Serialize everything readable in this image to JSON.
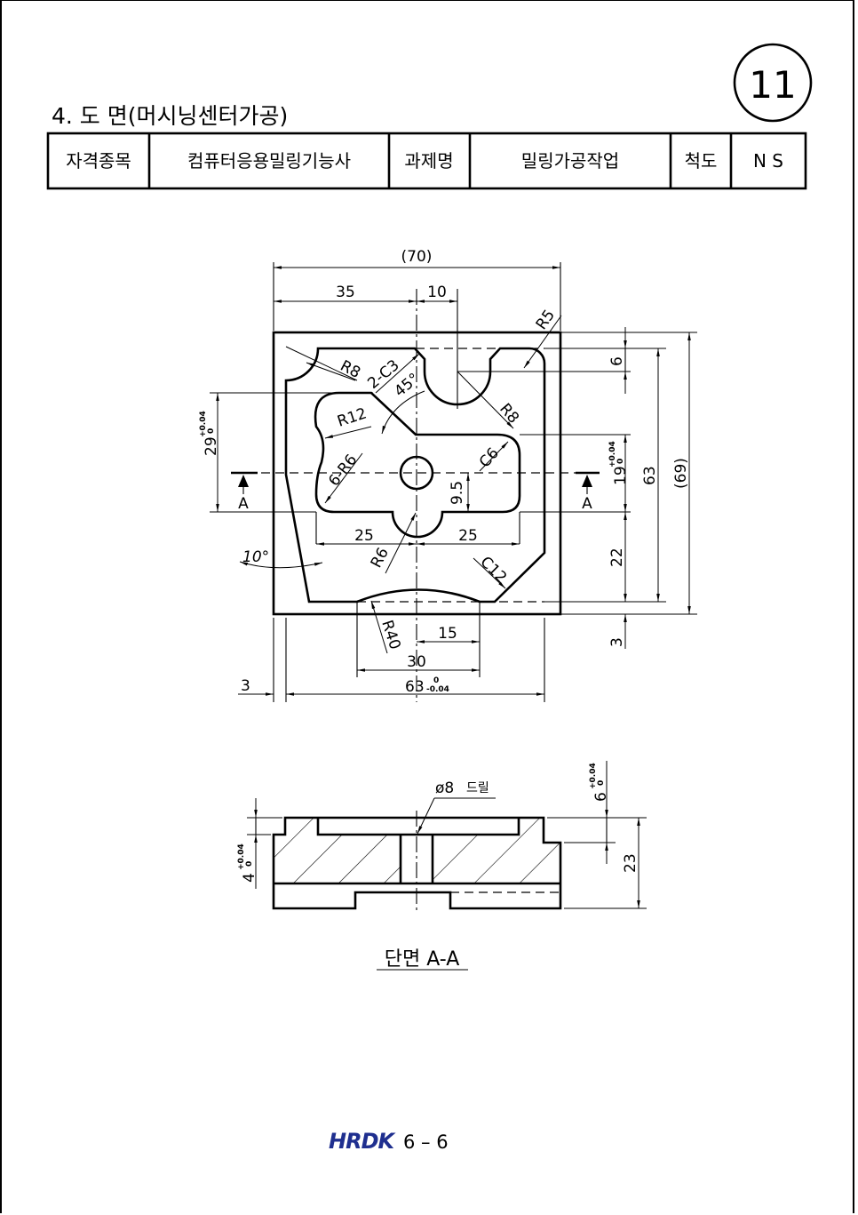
{
  "header": {
    "title": "4. 도 면(머시닝센터가공)",
    "page_badge": "11"
  },
  "info_table": {
    "cells": [
      "자격종목",
      "컴퓨터응용밀링기능사",
      "과제명",
      "밀링가공작업",
      "척도",
      "N S"
    ]
  },
  "top_view": {
    "dims": {
      "overall_width": "(70)",
      "d35": "35",
      "d10": "10",
      "r5": "R5",
      "r8_left": "R8",
      "c3": "2-C3",
      "angle45": "45°",
      "r8_right": "R8",
      "r12": "R12",
      "d29": "29",
      "d29_tol_upper": "+0.04",
      "d29_tol_lower": "0",
      "r6_multi": "6-R6",
      "c6": "C6",
      "d9_5": "9.5",
      "d25_left": "25",
      "d25_right": "25",
      "angle10": "10°",
      "r6": "R6",
      "c12": "C12",
      "r40": "R40",
      "d15": "15",
      "d30": "30",
      "d3_bottom": "3",
      "d63": "63",
      "d63_tol_upper": "0",
      "d63_tol_lower": "-0.04",
      "d6_right": "6",
      "d19": "19",
      "d19_tol_upper": "+0.04",
      "d19_tol_lower": "0",
      "d63_right": "63",
      "d69": "(69)",
      "d22": "22",
      "d3_right": "3"
    },
    "section_marks": [
      "A",
      "A"
    ]
  },
  "section_view": {
    "drill_note": "ø8",
    "drill_label": "드릴",
    "d6": "6",
    "d6_tol_upper": "+0.04",
    "d6_tol_lower": "0",
    "d4": "4",
    "d4_tol_upper": "+0.04",
    "d4_tol_lower": "0",
    "d23": "23",
    "caption": "단면 A-A"
  },
  "footer": {
    "logo": "HRDK",
    "page_number": "6 – 6",
    "logo_color": "#1f2f8f"
  }
}
